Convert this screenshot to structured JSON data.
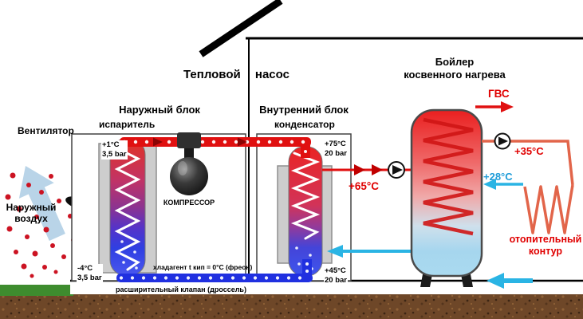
{
  "title": "Тепловой насос",
  "left_side": {
    "fan_label": "Вентилятор",
    "outside_air_label": "Наружный воздух"
  },
  "outdoor_unit": {
    "name": "Наружный блок",
    "component": "испаритель",
    "compressor_label": "КОМПРЕССОР",
    "inlet": {
      "temp": "+1°C",
      "pressure": "3,5 bar"
    },
    "outlet": {
      "temp": "-4°C",
      "pressure": "3,5 bar"
    }
  },
  "indoor_unit": {
    "name": "Внутренний блок",
    "component": "конденсатор",
    "inlet": {
      "temp": "+75°C",
      "pressure": "20 bar"
    },
    "outlet": {
      "temp": "+45°C",
      "pressure": "20 bar"
    }
  },
  "notes": {
    "refrigerant": "хладагент t кип = 0°C (фреон)",
    "expansion_valve": "расширительный клапан (дроссель)"
  },
  "boiler": {
    "name_line1": "Бойлер",
    "name_line2": "косвенного нагрева",
    "dhw_label": "ГВС",
    "supply_temp": "+65°C"
  },
  "heating_circuit": {
    "label": "отопительный контур",
    "supply_temp": "+35°C",
    "return_temp": "+28°C"
  },
  "colors": {
    "hot_pipe": "#e01010",
    "cold_pipe": "#2030e0",
    "cyan_flow": "#2ab4e4",
    "label_red": "#e00000",
    "label_blue": "#1e9cd8",
    "soil": "#6e4728",
    "grass": "#3e8c2e"
  }
}
